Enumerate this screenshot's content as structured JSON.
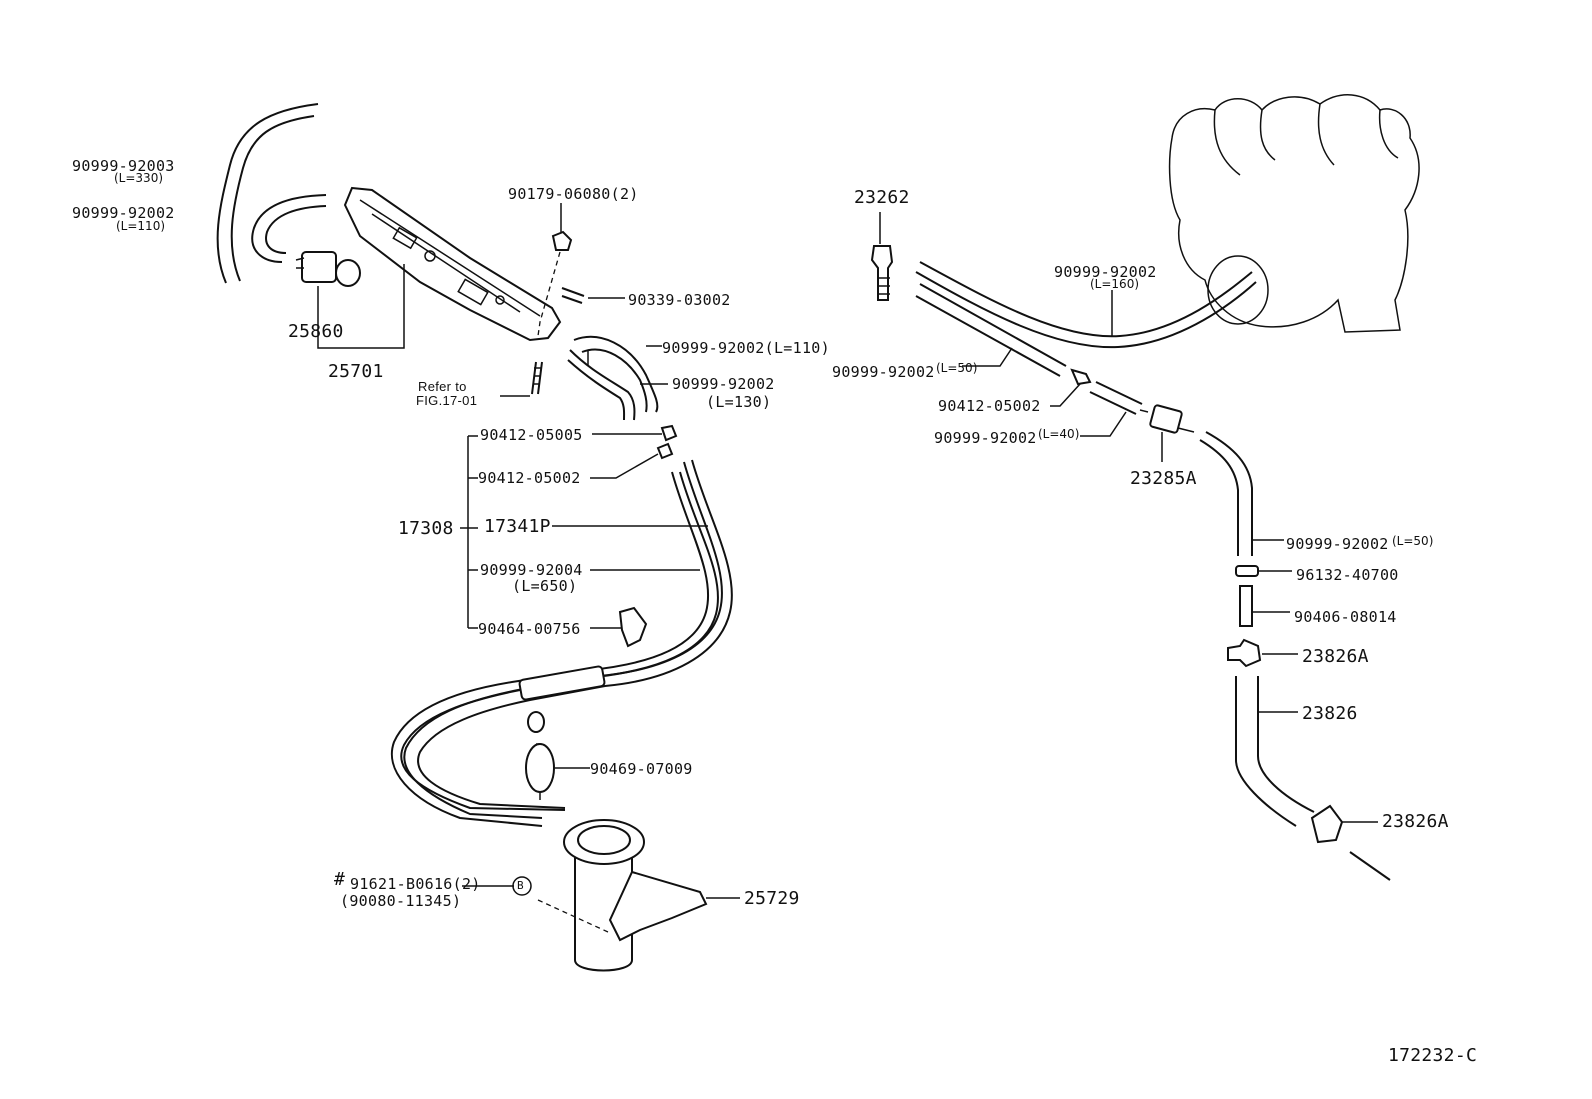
{
  "figure_code": "172232-C",
  "callout_b": "B",
  "labels": {
    "p90999_92003": "90999-92003",
    "p90999_92003_len": "(L=330)",
    "p90999_92002_a": "90999-92002",
    "p90999_92002_a_len": "(L=110)",
    "p25860": "25860",
    "p25701": "25701",
    "p90179_06080": "90179-06080(2)",
    "p90339_03002": "90339-03002",
    "p90999_92002_b": "90999-92002(L=110)",
    "p90999_92002_c": "90999-92002",
    "p90999_92002_c_len": "(L=130)",
    "refer_to": "Refer to",
    "refer_fig": "FIG.17-01",
    "p90412_05005": "90412-05005",
    "p90412_05002_a": "90412-05002",
    "p17308": "17308",
    "p17341P": "17341P",
    "p90999_92004": "90999-92004",
    "p90999_92004_len": "(L=650)",
    "p90464_00756": "90464-00756",
    "p90469_07009": "90469-07009",
    "hash": "#",
    "p91621_B0616": "91621-B0616(2)",
    "p90080_11345": "(90080-11345)",
    "p25729": "25729",
    "p23262": "23262",
    "p90999_92002_d": "90999-92002",
    "p90999_92002_d_len": "(L=160)",
    "p90999_92002_e": "90999-92002",
    "p90999_92002_e_len": "(L=50)",
    "p90412_05002_b": "90412-05002",
    "p90999_92002_f": "90999-92002",
    "p90999_92002_f_len": "(L=40)",
    "p23285A": "23285A",
    "p90999_92002_g": "90999-92002",
    "p90999_92002_g_len": "(L=50)",
    "p96132_40700": "96132-40700",
    "p90406_08014": "90406-08014",
    "p23826A_a": "23826A",
    "p23826": "23826",
    "p23826A_b": "23826A"
  }
}
